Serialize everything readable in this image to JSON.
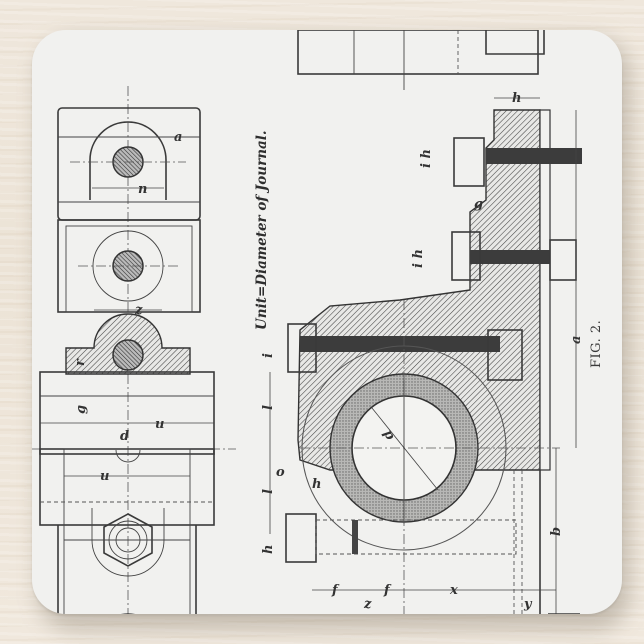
{
  "scene": {
    "type": "product-photo",
    "subject": "square coaster with rounded corners printed with a vintage engineering drawing",
    "background_color": "#ede5d9",
    "coaster_color": "#f1f1ef",
    "ink_color": "#3a3a3a"
  },
  "drawing": {
    "title": "Unit=Diameter of Journal.",
    "figure_label": "FIG. 2.",
    "dimension_labels": {
      "left_view": [
        "a",
        "n",
        "z",
        "r",
        "g",
        "u",
        "d",
        "u"
      ],
      "right_view_top": [
        "h",
        "i",
        "h",
        "g",
        "i",
        "h"
      ],
      "right_view_middle": [
        "i",
        "l",
        "o",
        "l",
        "h",
        "p"
      ],
      "right_view_side": [
        "a",
        "b"
      ],
      "right_view_bottom": [
        "f",
        "z",
        "f",
        "x",
        "y"
      ]
    }
  }
}
